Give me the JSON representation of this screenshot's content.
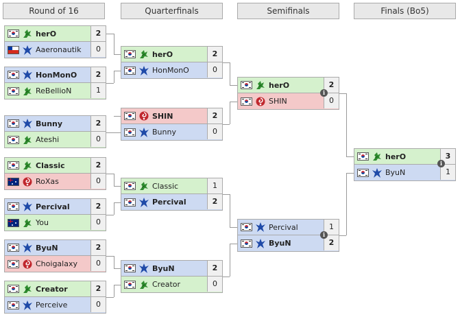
{
  "rounds": [
    "Round of 16",
    "Quarterfinals",
    "Semifinals",
    "Finals (Bo5)"
  ],
  "matches": {
    "r16_1": [
      {
        "name": "herO",
        "score": "2",
        "race": "terran",
        "flag": "kr",
        "win": true
      },
      {
        "name": "Aaeronautik",
        "score": "0",
        "race": "protoss",
        "flag": "cl",
        "win": false
      }
    ],
    "r16_2": [
      {
        "name": "HonMonO",
        "score": "2",
        "race": "protoss",
        "flag": "kr",
        "win": true
      },
      {
        "name": "ReBellioN",
        "score": "1",
        "race": "terran",
        "flag": "kr",
        "win": false
      }
    ],
    "r16_3": [
      {
        "name": "Bunny",
        "score": "2",
        "race": "protoss",
        "flag": "kr",
        "win": true
      },
      {
        "name": "Ateshi",
        "score": "0",
        "race": "terran",
        "flag": "kr",
        "win": false
      }
    ],
    "r16_4": [
      {
        "name": "Classic",
        "score": "2",
        "race": "terran",
        "flag": "kr",
        "win": true
      },
      {
        "name": "RoXas",
        "score": "0",
        "race": "zerg",
        "flag": "au",
        "win": false
      }
    ],
    "r16_5": [
      {
        "name": "Percival",
        "score": "2",
        "race": "protoss",
        "flag": "kr",
        "win": true
      },
      {
        "name": "You",
        "score": "0",
        "race": "terran",
        "flag": "au",
        "win": false
      }
    ],
    "r16_6": [
      {
        "name": "ByuN",
        "score": "2",
        "race": "protoss",
        "flag": "kr",
        "win": true
      },
      {
        "name": "Choigalaxy",
        "score": "0",
        "race": "zerg",
        "flag": "kr",
        "win": false
      }
    ],
    "r16_7": [
      {
        "name": "Creator",
        "score": "2",
        "race": "terran",
        "flag": "kr",
        "win": true
      },
      {
        "name": "Perceive",
        "score": "0",
        "race": "protoss",
        "flag": "kr",
        "win": false
      }
    ],
    "qf_1": [
      {
        "name": "herO",
        "score": "2",
        "race": "terran",
        "flag": "kr",
        "win": true
      },
      {
        "name": "HonMonO",
        "score": "0",
        "race": "protoss",
        "flag": "kr",
        "win": false
      }
    ],
    "qf_2": [
      {
        "name": "SHIN",
        "score": "2",
        "race": "zerg",
        "flag": "kr",
        "win": true
      },
      {
        "name": "Bunny",
        "score": "0",
        "race": "protoss",
        "flag": "kr",
        "win": false
      }
    ],
    "qf_3": [
      {
        "name": "Classic",
        "score": "1",
        "race": "terran",
        "flag": "kr",
        "win": false
      },
      {
        "name": "Percival",
        "score": "2",
        "race": "protoss",
        "flag": "kr",
        "win": true
      }
    ],
    "qf_4": [
      {
        "name": "ByuN",
        "score": "2",
        "race": "protoss",
        "flag": "kr",
        "win": true
      },
      {
        "name": "Creator",
        "score": "0",
        "race": "terran",
        "flag": "kr",
        "win": false
      }
    ],
    "sf_1": [
      {
        "name": "herO",
        "score": "2",
        "race": "terran",
        "flag": "kr",
        "win": true
      },
      {
        "name": "SHIN",
        "score": "0",
        "race": "zerg",
        "flag": "kr",
        "win": false
      }
    ],
    "sf_2": [
      {
        "name": "Percival",
        "score": "1",
        "race": "protoss",
        "flag": "kr",
        "win": false
      },
      {
        "name": "ByuN",
        "score": "2",
        "race": "protoss",
        "flag": "kr",
        "win": true
      }
    ],
    "final": [
      {
        "name": "herO",
        "score": "3",
        "race": "terran",
        "flag": "kr",
        "win": true
      },
      {
        "name": "ByuN",
        "score": "1",
        "race": "protoss",
        "flag": "kr",
        "win": false
      }
    ]
  },
  "info_icon": "i",
  "colors": {
    "zerg": "#f4c9c9",
    "protoss": "#cddaf2",
    "terran": "#d5f1cd",
    "header": "#e8e8e8",
    "connector": "#999999"
  }
}
